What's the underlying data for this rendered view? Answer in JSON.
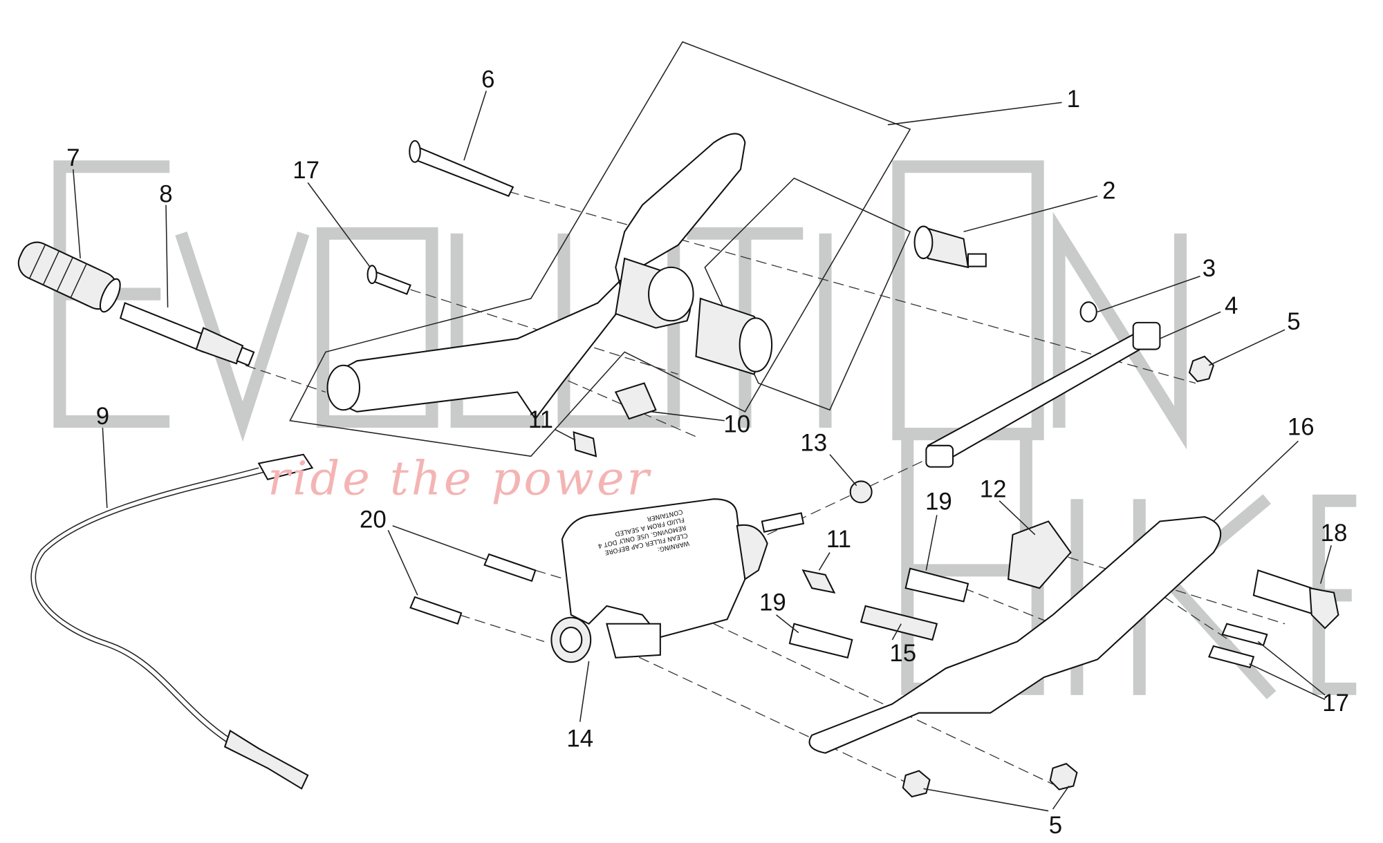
{
  "watermark": {
    "brand_top": "EVOLUTION",
    "brand_bottom": "BIKE",
    "tagline": "ride the power"
  },
  "reservoir_cap_text": [
    "WARNING:",
    "CLEAN FILLER CAP BEFORE",
    "REMOVING. USE ONLY DOT 4",
    "FLUID FROM A SEALED",
    "CONTAINER"
  ],
  "callouts": [
    "1",
    "2",
    "3",
    "4",
    "5",
    "6",
    "7",
    "8",
    "9",
    "10",
    "11",
    "11",
    "12",
    "13",
    "14",
    "15",
    "16",
    "17",
    "17",
    "18",
    "19",
    "19",
    "20",
    "5"
  ]
}
